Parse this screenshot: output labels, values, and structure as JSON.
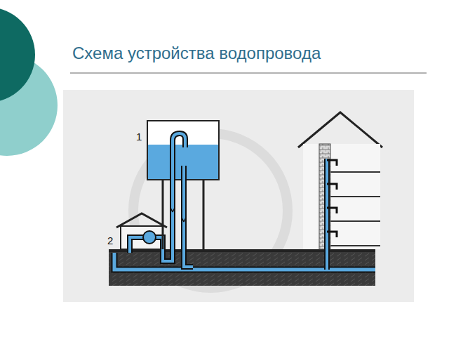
{
  "diagram": {
    "title": "Схема устройства водопровода",
    "labels": [
      "1",
      "2"
    ]
  }
}
